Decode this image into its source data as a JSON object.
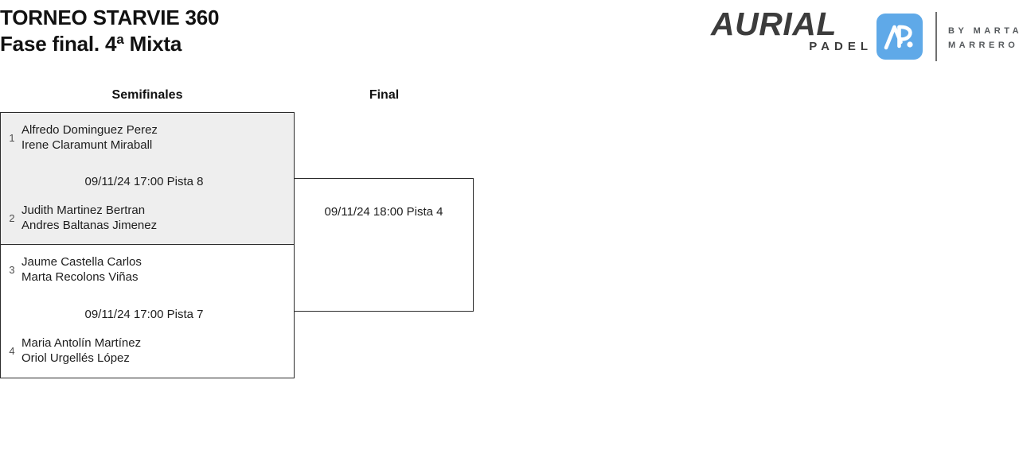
{
  "header": {
    "title_line1": "TORNEO STARVIE 360",
    "title_line2": "Fase final. 4ª Mixta"
  },
  "logo": {
    "wordmark": "AURIAL",
    "subword": "PADEL",
    "byline_line1": "BY MARTA",
    "byline_line2": "MARRERO",
    "mark_icon": "ap-monogram-icon",
    "mark_color": "#5fa9e8",
    "wordmark_color": "#3c3c3c"
  },
  "bracket": {
    "rounds": [
      {
        "label": "Semifinales"
      },
      {
        "label": "Final"
      }
    ],
    "semifinals": [
      {
        "highlighted": true,
        "teams": [
          {
            "seed": "1",
            "player1": "Alfredo Dominguez Perez",
            "player2": "Irene Claramunt Miraball"
          },
          {
            "seed": "2",
            "player1": "Judith Martinez Bertran",
            "player2": "Andres Baltanas Jimenez"
          }
        ],
        "info": "09/11/24 17:00 Pista 8"
      },
      {
        "highlighted": false,
        "teams": [
          {
            "seed": "3",
            "player1": "Jaume Castella Carlos",
            "player2": "Marta Recolons Viñas"
          },
          {
            "seed": "4",
            "player1": "Maria Antolín Martínez",
            "player2": "Oriol Urgellés López"
          }
        ],
        "info": "09/11/24 17:00 Pista 7"
      }
    ],
    "final": {
      "info": "09/11/24 18:00 Pista 4"
    }
  }
}
